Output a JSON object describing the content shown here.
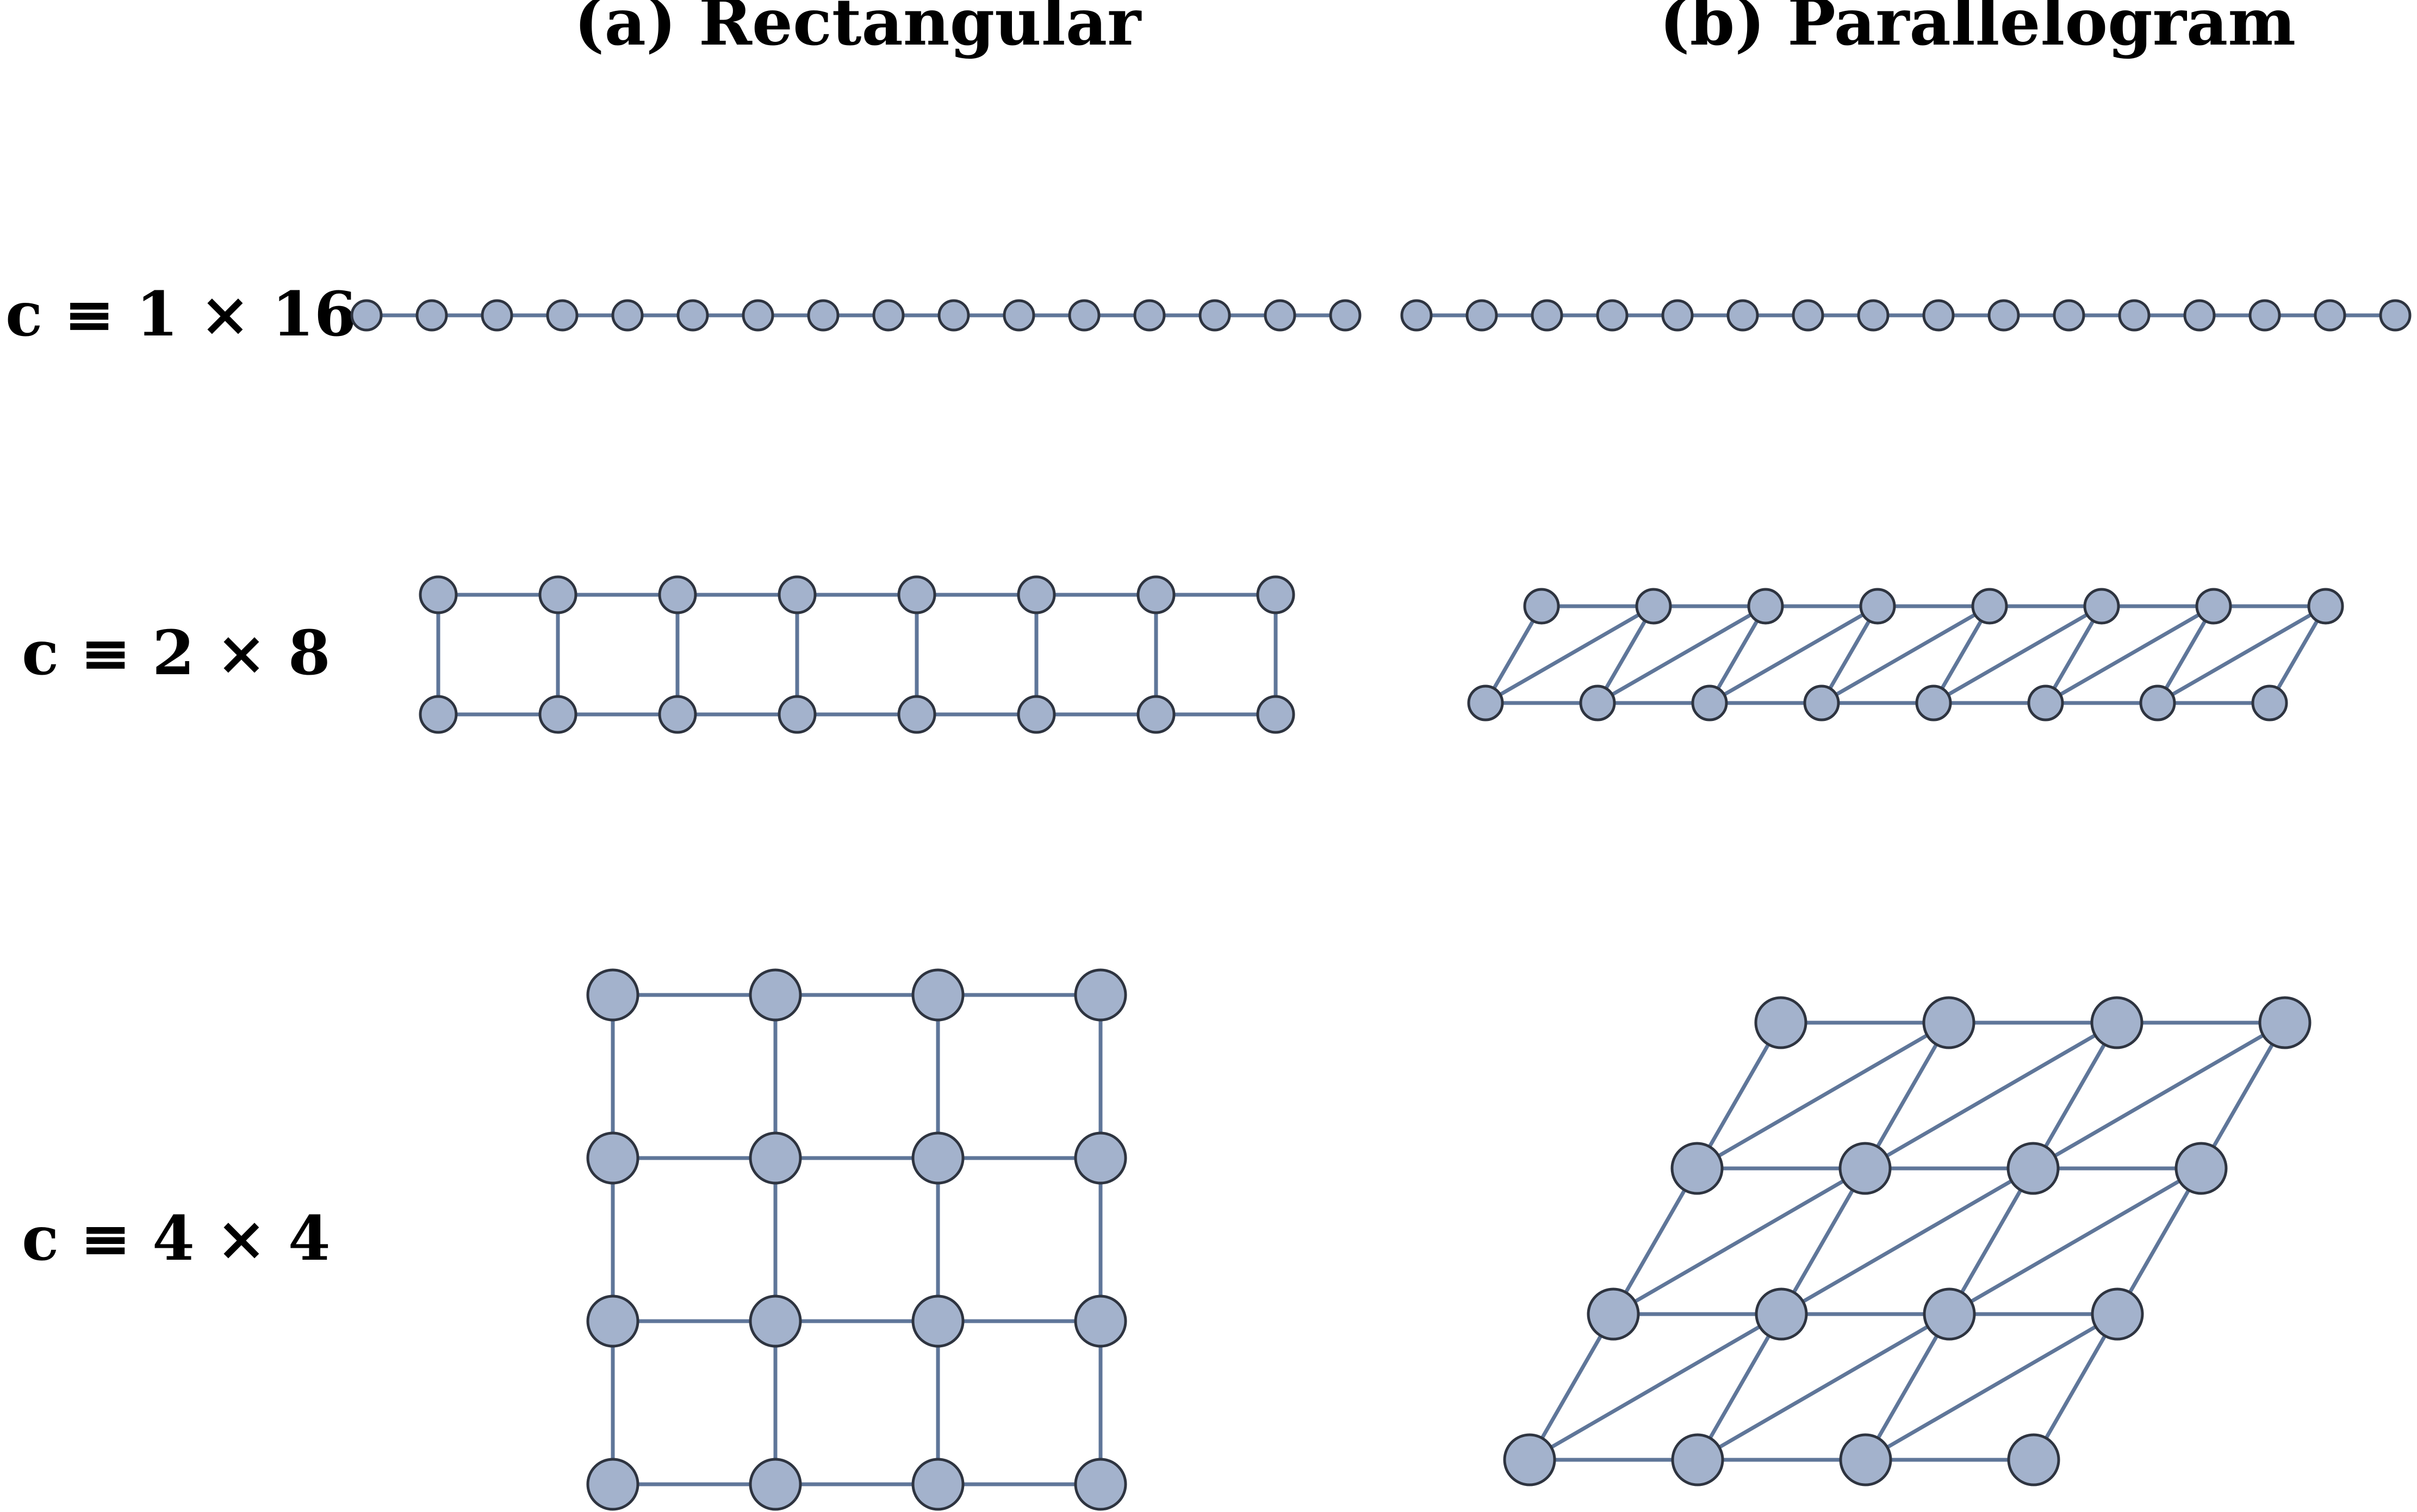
{
  "columns": [
    {
      "key": "a",
      "title": "(a) Rectangular"
    },
    {
      "key": "b",
      "title": "(b) Parallelogram"
    }
  ],
  "rows": [
    {
      "label": "c ≡ 1 × 16",
      "rows": 1,
      "cols": 16
    },
    {
      "label": "c ≡ 2 × 8",
      "rows": 2,
      "cols": 8
    },
    {
      "label": "c ≡ 4 × 4",
      "rows": 4,
      "cols": 4
    }
  ],
  "colors": {
    "node_fill": "#a3b2cc",
    "node_stroke": "#2e3440",
    "edge": "#5f7699"
  }
}
